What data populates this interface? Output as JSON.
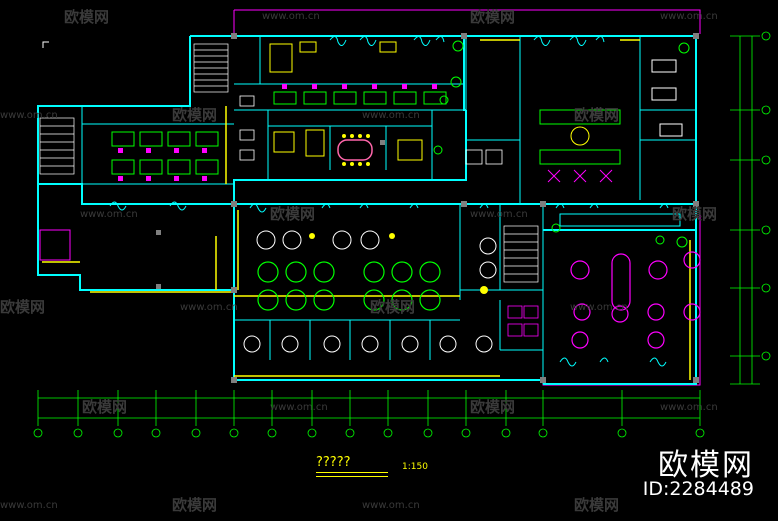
{
  "drawing": {
    "title": "?????",
    "scale": "1:150"
  },
  "watermark": {
    "text": "欧模网",
    "url": "www.om.cn"
  },
  "brand": {
    "name": "欧模网",
    "id": "ID:2284489"
  },
  "colors": {
    "background": "#000000",
    "wall": "#00ffff",
    "furniture_green": "#00ff00",
    "furniture_yellow": "#ffff00",
    "furniture_magenta": "#ff00ff",
    "window_blue": "#0000ff",
    "dimension": "#00ff00",
    "boundary": "#ff00ff",
    "white": "#ffffff"
  }
}
